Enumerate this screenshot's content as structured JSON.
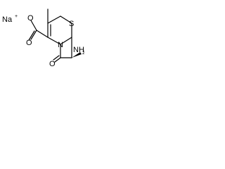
{
  "molecule": {
    "atoms": {
      "sodium": "Na",
      "sodium_charge": "+",
      "oxygen_carboxyl_top": "O",
      "oxygen_carboxyl_bottom": "O",
      "sulfur": "S",
      "nitrogen": "N",
      "oxygen_lactam": "O",
      "amino": "NH",
      "amino_subscript": "2"
    },
    "colors": {
      "bond": "#000000",
      "atom_label": "#000000",
      "stereo_highlight": "#000000"
    }
  }
}
